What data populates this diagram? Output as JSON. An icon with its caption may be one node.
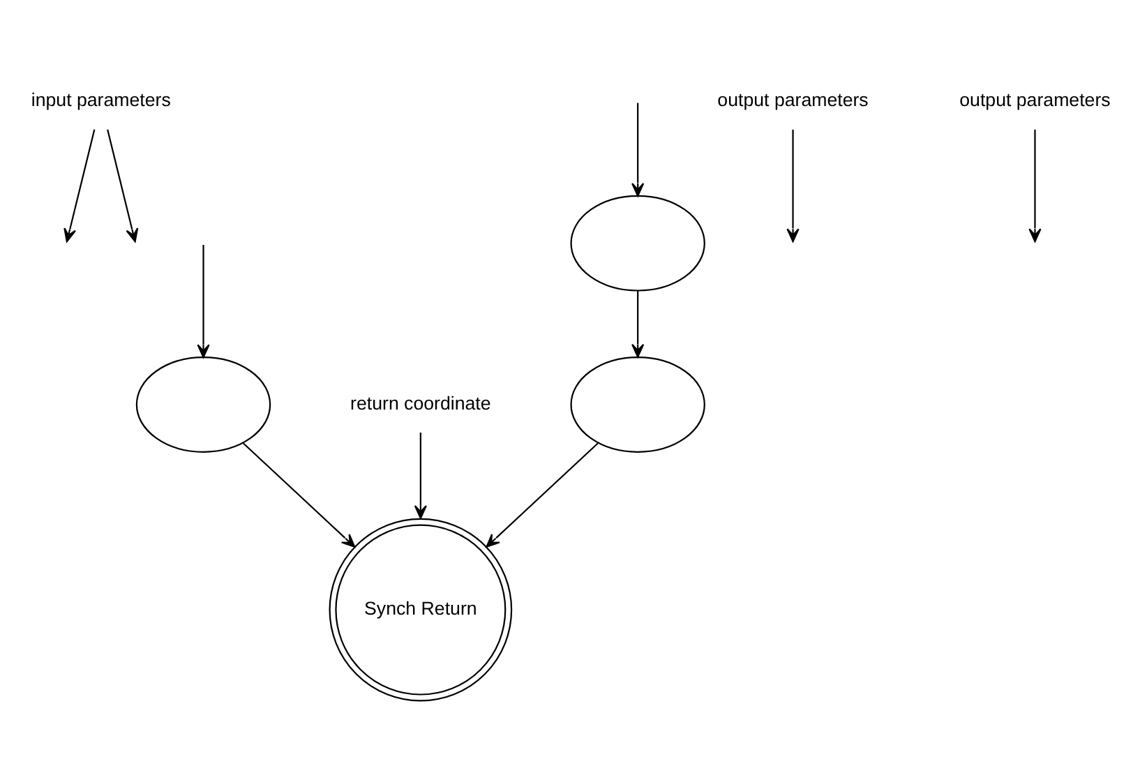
{
  "diagram": {
    "nodes": [
      {
        "text": [
          "input parameters"
        ]
      },
      {
        "text": [],
        "shape": "ellipse"
      },
      {
        "text": [],
        "shape": "ellipse"
      },
      {
        "text": [
          "output parameters"
        ]
      },
      {
        "text": [],
        "shape": "ellipse"
      },
      {
        "text": [
          "return coordinate"
        ]
      },
      {
        "text": [
          "Synch Return"
        ]
      },
      {
        "text": [
          "output parameters"
        ]
      }
    ],
    "edges": [
      {
        "from": 0,
        "to": null,
        "arrow": "to"
      },
      {
        "from": 0,
        "to": null,
        "arrow": "to"
      },
      {
        "from": null,
        "to": 1,
        "arrow": "to"
      },
      {
        "from": null,
        "to": 2,
        "arrow": "to"
      },
      {
        "from": 1,
        "to": 4,
        "arrow": "to"
      },
      {
        "from": 2,
        "to": 6,
        "arrow": "to"
      },
      {
        "from": 3,
        "to": null,
        "arrow": "to"
      },
      {
        "from": 4,
        "to": 6,
        "arrow": "to"
      },
      {
        "from": 5,
        "to": 6,
        "arrow": "to"
      },
      {
        "from": 7,
        "to": null,
        "arrow": "to"
      }
    ]
  }
}
